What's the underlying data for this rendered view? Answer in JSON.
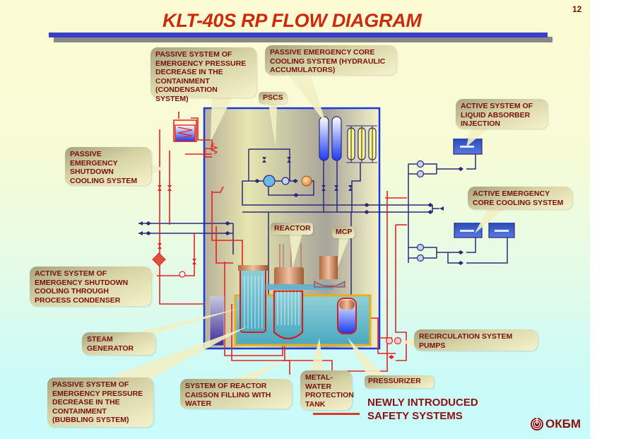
{
  "page_number": "12",
  "title": "KLT-40S RP FLOW DIAGRAM",
  "colors": {
    "title": "#cc2a0a",
    "label_text": "#7a0f0f",
    "new_system_line": "#e02020",
    "existing_line": "#2a2a7a",
    "containment": "#1a3ae0"
  },
  "callouts": {
    "condensation": "PASSIVE SYSTEM OF EMERGENCY PRESSURE DECREASE IN THE CONTAINMENT (CONDENSATION SYSTEM)",
    "hydraulic": "PASSIVE EMERGENCY CORE COOLING SYSTEM     (HYDRAULIC ACCUMULATORS)",
    "pscs": "PSCS",
    "shutdown_cooling": "PASSIVE EMERGENCY SHUTDOWN COOLING SYSTEM",
    "liquid_absorber": "ACTIVE SYSTEM OF LIQUID ABSORBER INJECTION",
    "active_eccs": "ACTIVE EMERGENCY CORE COOLING SYSTEM",
    "reactor": "REACTOR",
    "mcp": "MCP",
    "process_condenser": "ACTIVE SYSTEM OF EMERGENCY SHUTDOWN COOLING THROUGH PROCESS CONDENSER",
    "steam_generator": "STEAM GENERATOR",
    "recirculation": "RECIRCULATION SYSTEM PUMPS",
    "bubbling": "PASSIVE SYSTEM OF EMERGENCY PRESSURE DECREASE IN THE CONTAINMENT    (BUBBLING SYSTEM)",
    "caisson": "SYSTEM OF REACTOR CAISSON FILLING WITH WATER",
    "metal_water": "METAL-WATER PROTECTION TANK",
    "pressurizer": "PRESSURIZER"
  },
  "legend": {
    "line1": "NEWLY INTRODUCED",
    "line2": "SAFETY SYSTEMS"
  },
  "logo": {
    "text": "ОКБМ"
  }
}
